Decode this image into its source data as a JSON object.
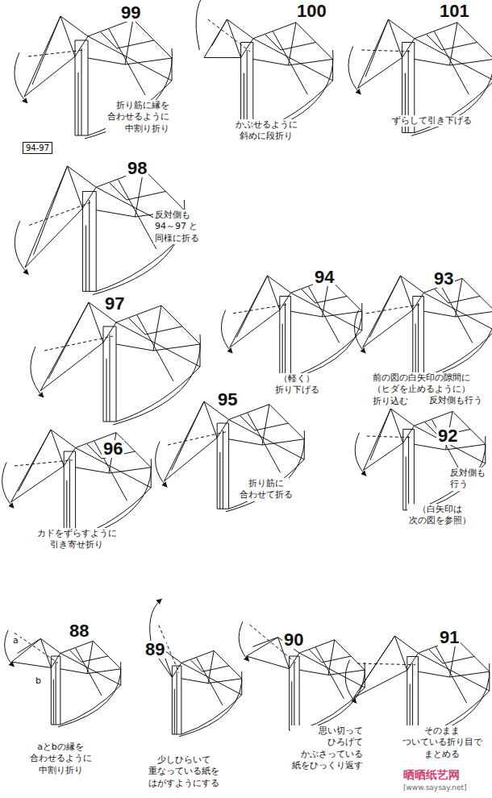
{
  "diagram": {
    "nodes": [
      {
        "text": [
          "94-97"
        ]
      }
    ],
    "labels": [
      "99",
      "折り筋に縁を 合わせるように 中割り折り",
      "100",
      "かぶせるように 斜めに段折り",
      "101",
      "ずらして引き下げる",
      "98",
      "反対側も 94～97 と 同様に折る",
      "97",
      "94",
      "（軽く）折り下げる",
      "93",
      "前の図の白矢印の隙間に （ヒダを止めるように） 折り込む",
      "反対側も行う",
      "95",
      "折り筋に 合わせて折る",
      "96",
      "カドをずらすように 引き寄せ折り",
      "92",
      "反対側も 行う",
      "（白矢印は 次の図を参照）",
      "a",
      "b",
      "88",
      "aとbの縁を 合わせるように 中割り折り",
      "89",
      "少しひらいて 重なっている紙を はがすようにする",
      "90",
      "思い切って ひろげて かぶさっている 紙をひっくり返す",
      "91",
      "そのまま ついている折り目で まとめる",
      "晒晒纸艺网",
      "[www.saysay.net]"
    ]
  }
}
